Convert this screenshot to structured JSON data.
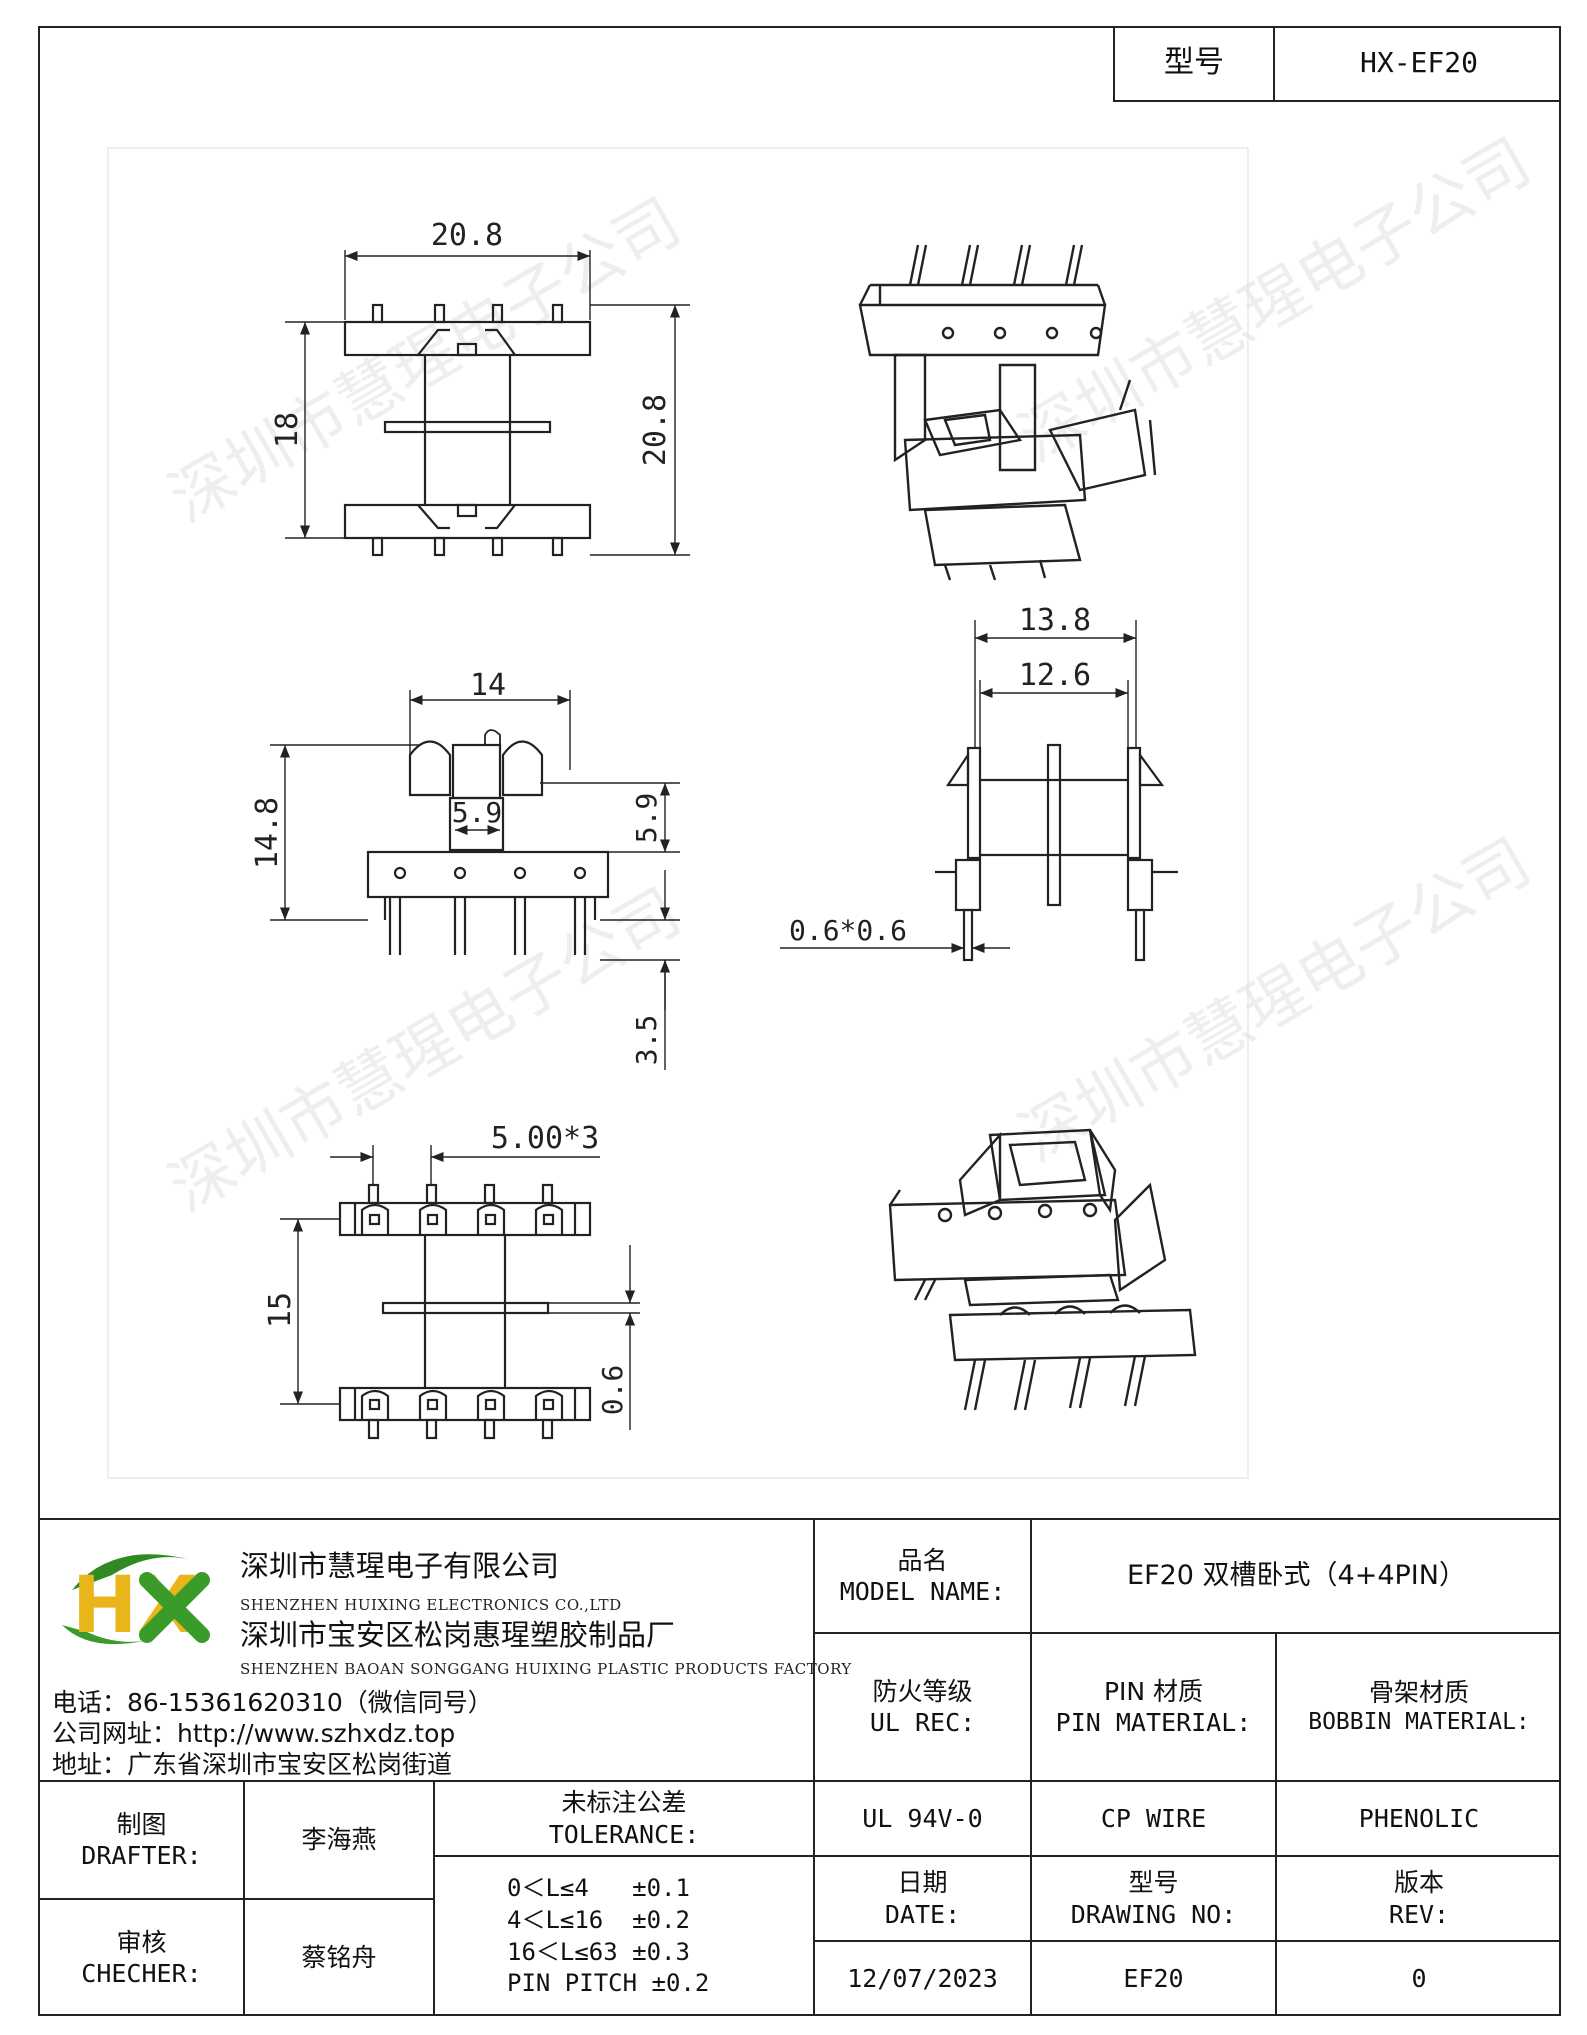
{
  "header": {
    "model_label": "型号",
    "model_value": "HX-EF20"
  },
  "dimensions": {
    "top_width": "20.8",
    "top_left_height": "18",
    "top_right_height": "20.8",
    "front_width": "14",
    "front_height": "14.8",
    "slot_width": "5.9",
    "slot_height": "5.9",
    "pin_length": "3.5",
    "side_outer": "13.8",
    "side_inner": "12.6",
    "pin_size": "0.6*0.6",
    "pitch": "5.00*3",
    "bottom_height": "15",
    "flange": "0.6"
  },
  "watermark": "深圳市慧瑆电子公司",
  "company": {
    "name_cn": "深圳市慧瑆电子有限公司",
    "name_en": "SHENZHEN HUIXING ELECTRONICS CO.,LTD",
    "factory_cn": "深圳市宝安区松岗惠瑆塑胶制品厂",
    "factory_en": "SHENZHEN BAOAN SONGGANG HUIXING PLASTIC PRODUCTS FACTORY",
    "phone": "电话：86-15361620310（微信同号）",
    "website": "公司网址：http://www.szhxdz.top",
    "address": "地址：广东省深圳市宝安区松岗街道",
    "logo_text": "HX"
  },
  "table": {
    "model_name_cn": "品名",
    "model_name_en": "MODEL NAME:",
    "model_name_value": "EF20 双槽卧式（4+4PIN）",
    "ul_cn": "防火等级",
    "ul_en": "UL REC:",
    "pin_cn": "PIN 材质",
    "pin_en": "PIN MATERIAL:",
    "bobbin_cn": "骨架材质",
    "bobbin_en": "BOBBIN MATERIAL:",
    "ul_value": "UL 94V-0",
    "pin_value": "CP WIRE",
    "bobbin_value": "PHENOLIC",
    "drafter_cn": "制图",
    "drafter_en": "DRAFTER:",
    "drafter_name": "李海燕",
    "checker_cn": "审核",
    "checker_en": "CHECHER:",
    "checker_name": "蔡铭舟",
    "tolerance_cn": "未标注公差",
    "tolerance_en": "TOLERANCE:",
    "tolerances": [
      "0＜L≤4   ±0.1",
      "4＜L≤16  ±0.2",
      "16＜L≤63 ±0.3",
      "PIN PITCH ±0.2"
    ],
    "date_cn": "日期",
    "date_en": "DATE:",
    "date_value": "12/07/2023",
    "drawing_cn": "型号",
    "drawing_en": "DRAWING NO:",
    "drawing_value": "EF20",
    "rev_cn": "版本",
    "rev_en": "REV:",
    "rev_value": "0"
  },
  "colors": {
    "line": "#222222",
    "logo_green": "#3a9b2a",
    "logo_yellow": "#e8b51a"
  }
}
